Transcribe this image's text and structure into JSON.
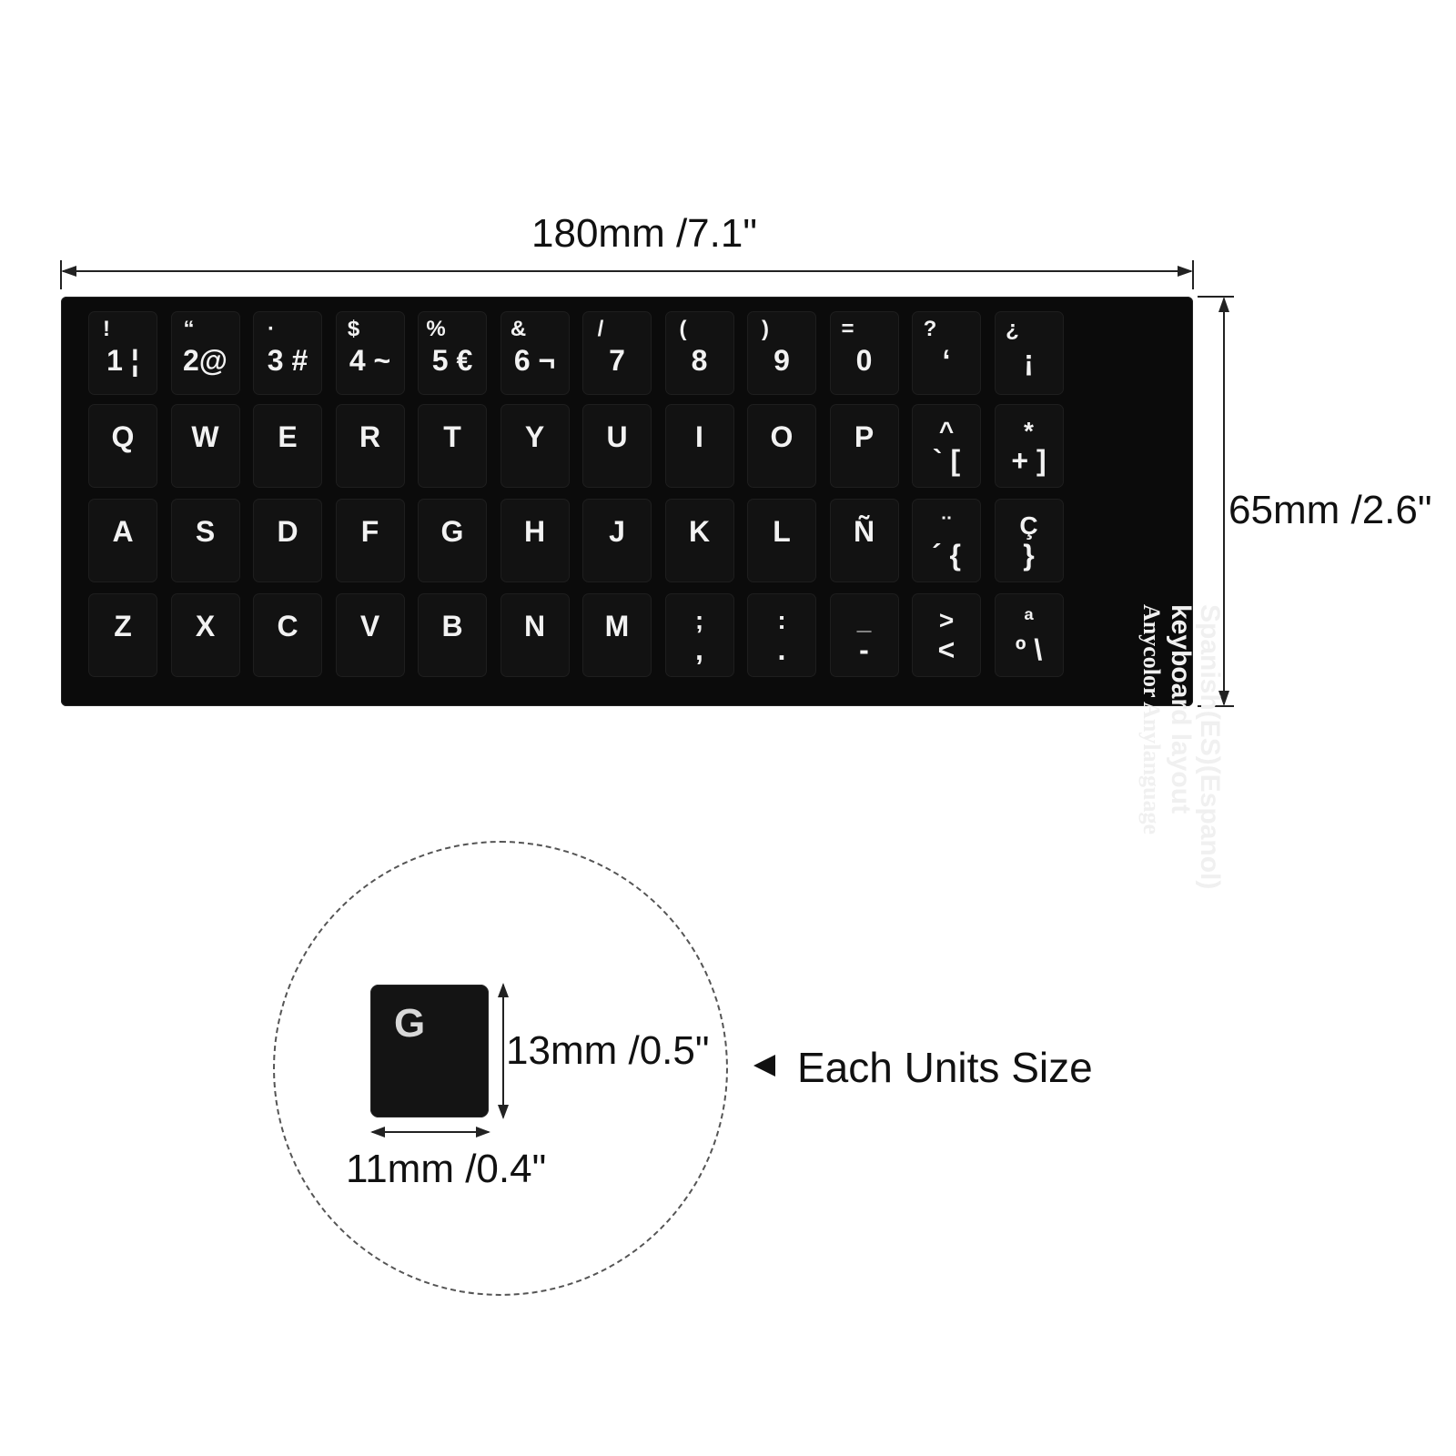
{
  "dimensions": {
    "width": "180mm /7.1\"",
    "height": "65mm /2.6\"",
    "unit_height": "13mm /0.5\"",
    "unit_width": "11mm /0.4\""
  },
  "sheet": {
    "side_label": {
      "line1": "Spanish(ES)(Espanol)",
      "line2": "keyboard layout",
      "line3": "Anycolor Anylanguage"
    },
    "rows": [
      [
        {
          "top": "!",
          "bottom": "1 ¦"
        },
        {
          "top": "“",
          "bottom": "2@"
        },
        {
          "top": "·",
          "bottom": "3 #"
        },
        {
          "top": "$",
          "bottom": "4 ~"
        },
        {
          "top": "%",
          "bottom": "5 €"
        },
        {
          "top": "&",
          "bottom": "6 ¬"
        },
        {
          "top": "/",
          "bottom": "7"
        },
        {
          "top": "(",
          "bottom": "8"
        },
        {
          "top": ")",
          "bottom": "9"
        },
        {
          "top": "=",
          "bottom": "0"
        },
        {
          "top": "?",
          "bottom": "‘"
        },
        {
          "top": "¿",
          "bottom": "¡"
        }
      ],
      [
        {
          "main": "Q"
        },
        {
          "main": "W"
        },
        {
          "main": "E"
        },
        {
          "main": "R"
        },
        {
          "main": "T"
        },
        {
          "main": "Y"
        },
        {
          "main": "U"
        },
        {
          "main": "I"
        },
        {
          "main": "O"
        },
        {
          "main": "P"
        },
        {
          "top": "^",
          "bottom": "` ["
        },
        {
          "top": "*",
          "bottom": "+ ]"
        }
      ],
      [
        {
          "main": "A"
        },
        {
          "main": "S"
        },
        {
          "main": "D"
        },
        {
          "main": "F"
        },
        {
          "main": "G"
        },
        {
          "main": "H"
        },
        {
          "main": "J"
        },
        {
          "main": "K"
        },
        {
          "main": "L"
        },
        {
          "main": "Ñ"
        },
        {
          "top": "¨",
          "bottom": "´ {"
        },
        {
          "top": "Ç",
          "bottom": "}"
        }
      ],
      [
        {
          "main": "Z"
        },
        {
          "main": "X"
        },
        {
          "main": "C"
        },
        {
          "main": "V"
        },
        {
          "main": "B"
        },
        {
          "main": "N"
        },
        {
          "main": "M"
        },
        {
          "top": ";",
          "bottom": ","
        },
        {
          "top": ":",
          "bottom": "."
        },
        {
          "top": "_",
          "bottom": "-"
        },
        {
          "top": ">",
          "bottom": "<"
        },
        {
          "top": "ª",
          "bottom": "º \\"
        }
      ]
    ]
  },
  "zoom": {
    "key_letter": "G",
    "caption": "Each Units Size"
  },
  "colors": {
    "sheet": "#0b0b0b",
    "key": "#121212",
    "key_text": "#f2f2f2",
    "background": "#ffffff"
  }
}
